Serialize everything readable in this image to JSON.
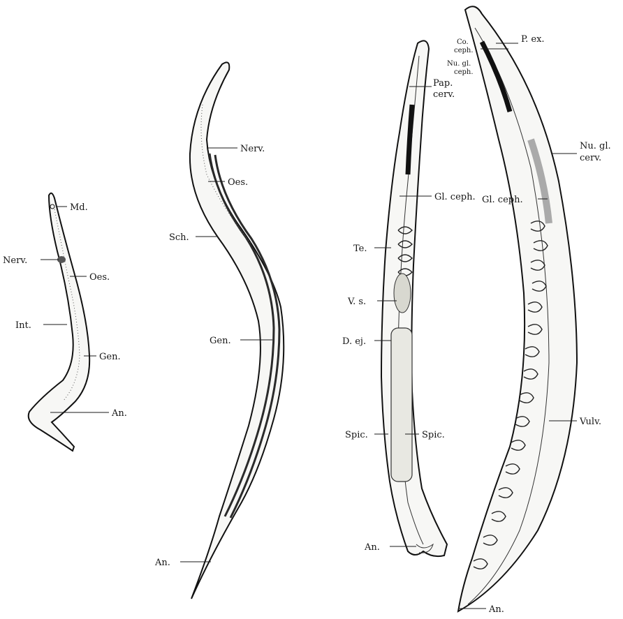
{
  "figures": [
    {
      "id": "larva",
      "labels": [
        {
          "key": "md",
          "text": "Md."
        },
        {
          "key": "nerv",
          "text": "Nerv."
        },
        {
          "key": "oes",
          "text": "Oes."
        },
        {
          "key": "int",
          "text": "Int."
        },
        {
          "key": "gen",
          "text": "Gen."
        },
        {
          "key": "an",
          "text": "An."
        }
      ]
    },
    {
      "id": "juvenile",
      "labels": [
        {
          "key": "nerv",
          "text": "Nerv."
        },
        {
          "key": "oes",
          "text": "Oes."
        },
        {
          "key": "sch",
          "text": "Sch."
        },
        {
          "key": "gen",
          "text": "Gen."
        },
        {
          "key": "an",
          "text": "An."
        }
      ]
    },
    {
      "id": "male",
      "labels": [
        {
          "key": "pap1",
          "text": "Pap."
        },
        {
          "key": "pap2",
          "text": "cerv."
        },
        {
          "key": "glceph",
          "text": "Gl. ceph."
        },
        {
          "key": "te",
          "text": "Te."
        },
        {
          "key": "vs",
          "text": "V. s."
        },
        {
          "key": "dej",
          "text": "D. ej."
        },
        {
          "key": "spic_l",
          "text": "Spic."
        },
        {
          "key": "spic_r",
          "text": "Spic."
        },
        {
          "key": "an",
          "text": "An."
        }
      ]
    },
    {
      "id": "female",
      "labels": [
        {
          "key": "co1",
          "text": "Co."
        },
        {
          "key": "co2",
          "text": "ceph."
        },
        {
          "key": "nugl1",
          "text": "Nu. gl."
        },
        {
          "key": "nugl2",
          "text": "ceph."
        },
        {
          "key": "pex",
          "text": "P. ex."
        },
        {
          "key": "nuglc1",
          "text": "Nu. gl."
        },
        {
          "key": "nuglc2",
          "text": "cerv."
        },
        {
          "key": "glceph",
          "text": "Gl. ceph."
        },
        {
          "key": "vulv",
          "text": "Vulv."
        },
        {
          "key": "an",
          "text": "An."
        }
      ]
    }
  ]
}
